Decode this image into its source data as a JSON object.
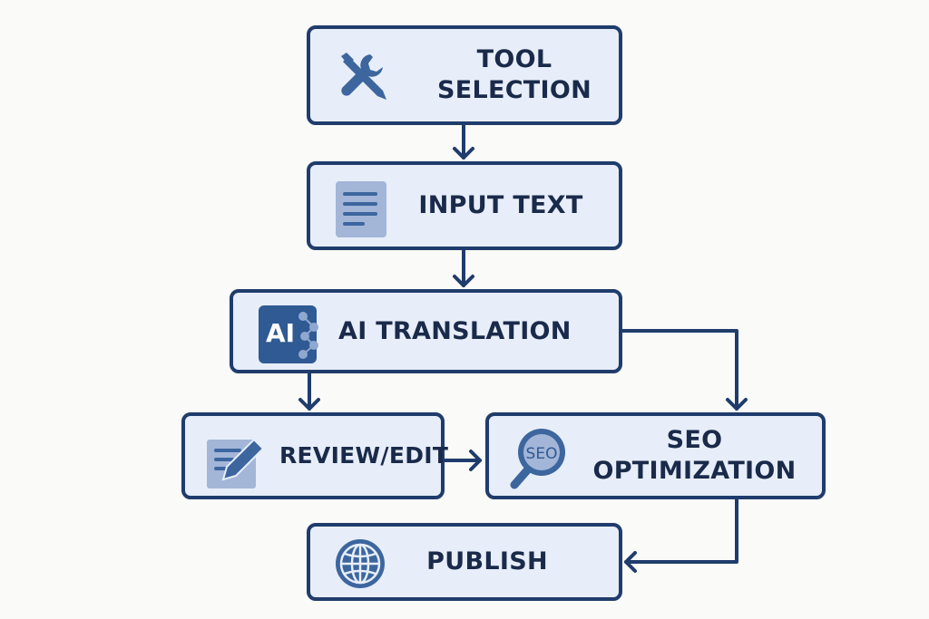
{
  "diagram": {
    "nodes": [
      {
        "id": "tool",
        "label_line1": "TOOL",
        "label_line2": "SELECTION",
        "icon": "wrench-screwdriver-icon"
      },
      {
        "id": "input",
        "label": "INPUT TEXT",
        "icon": "document-text-icon"
      },
      {
        "id": "ai",
        "label": "AI TRANSLATION",
        "icon": "ai-chip-icon",
        "icon_text": "AI"
      },
      {
        "id": "review",
        "label": "REVIEW/EDIT",
        "icon": "edit-pencil-icon"
      },
      {
        "id": "seo",
        "label_line1": "SEO",
        "label_line2": "OPTIMIZATION",
        "icon": "seo-magnifier-icon",
        "icon_text": "SEO"
      },
      {
        "id": "publish",
        "label": "PUBLISH",
        "icon": "globe-icon"
      }
    ],
    "edges": [
      {
        "from": "tool",
        "to": "input"
      },
      {
        "from": "input",
        "to": "ai"
      },
      {
        "from": "ai",
        "to": "review"
      },
      {
        "from": "ai",
        "to": "seo"
      },
      {
        "from": "review",
        "to": "seo"
      },
      {
        "from": "seo",
        "to": "publish"
      }
    ],
    "colors": {
      "border": "#1f3c6c",
      "fill": "#e7eef9",
      "text": "#1a2a4a",
      "icon": "#3d669f",
      "icon_light": "#a3b6d8"
    }
  }
}
